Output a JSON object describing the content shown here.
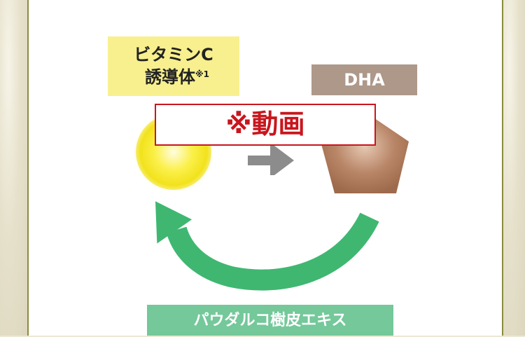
{
  "diagram": {
    "vitamin_c": {
      "line1": "ビタミンC",
      "line2": "誘導体",
      "footnote": "※1",
      "color": "#f8f08e"
    },
    "dha": {
      "label": "DHA",
      "color": "#ad988a"
    },
    "video_note": {
      "label": "※動画",
      "color": "#c8161d"
    },
    "bark_extract": {
      "label": "パウダルコ樹皮エキス",
      "color": "#74c89a"
    },
    "icons": [
      "vitamin-c-sphere-icon",
      "arrow-right-icon",
      "dha-pentagon-icon",
      "cycle-arrow-icon"
    ]
  }
}
